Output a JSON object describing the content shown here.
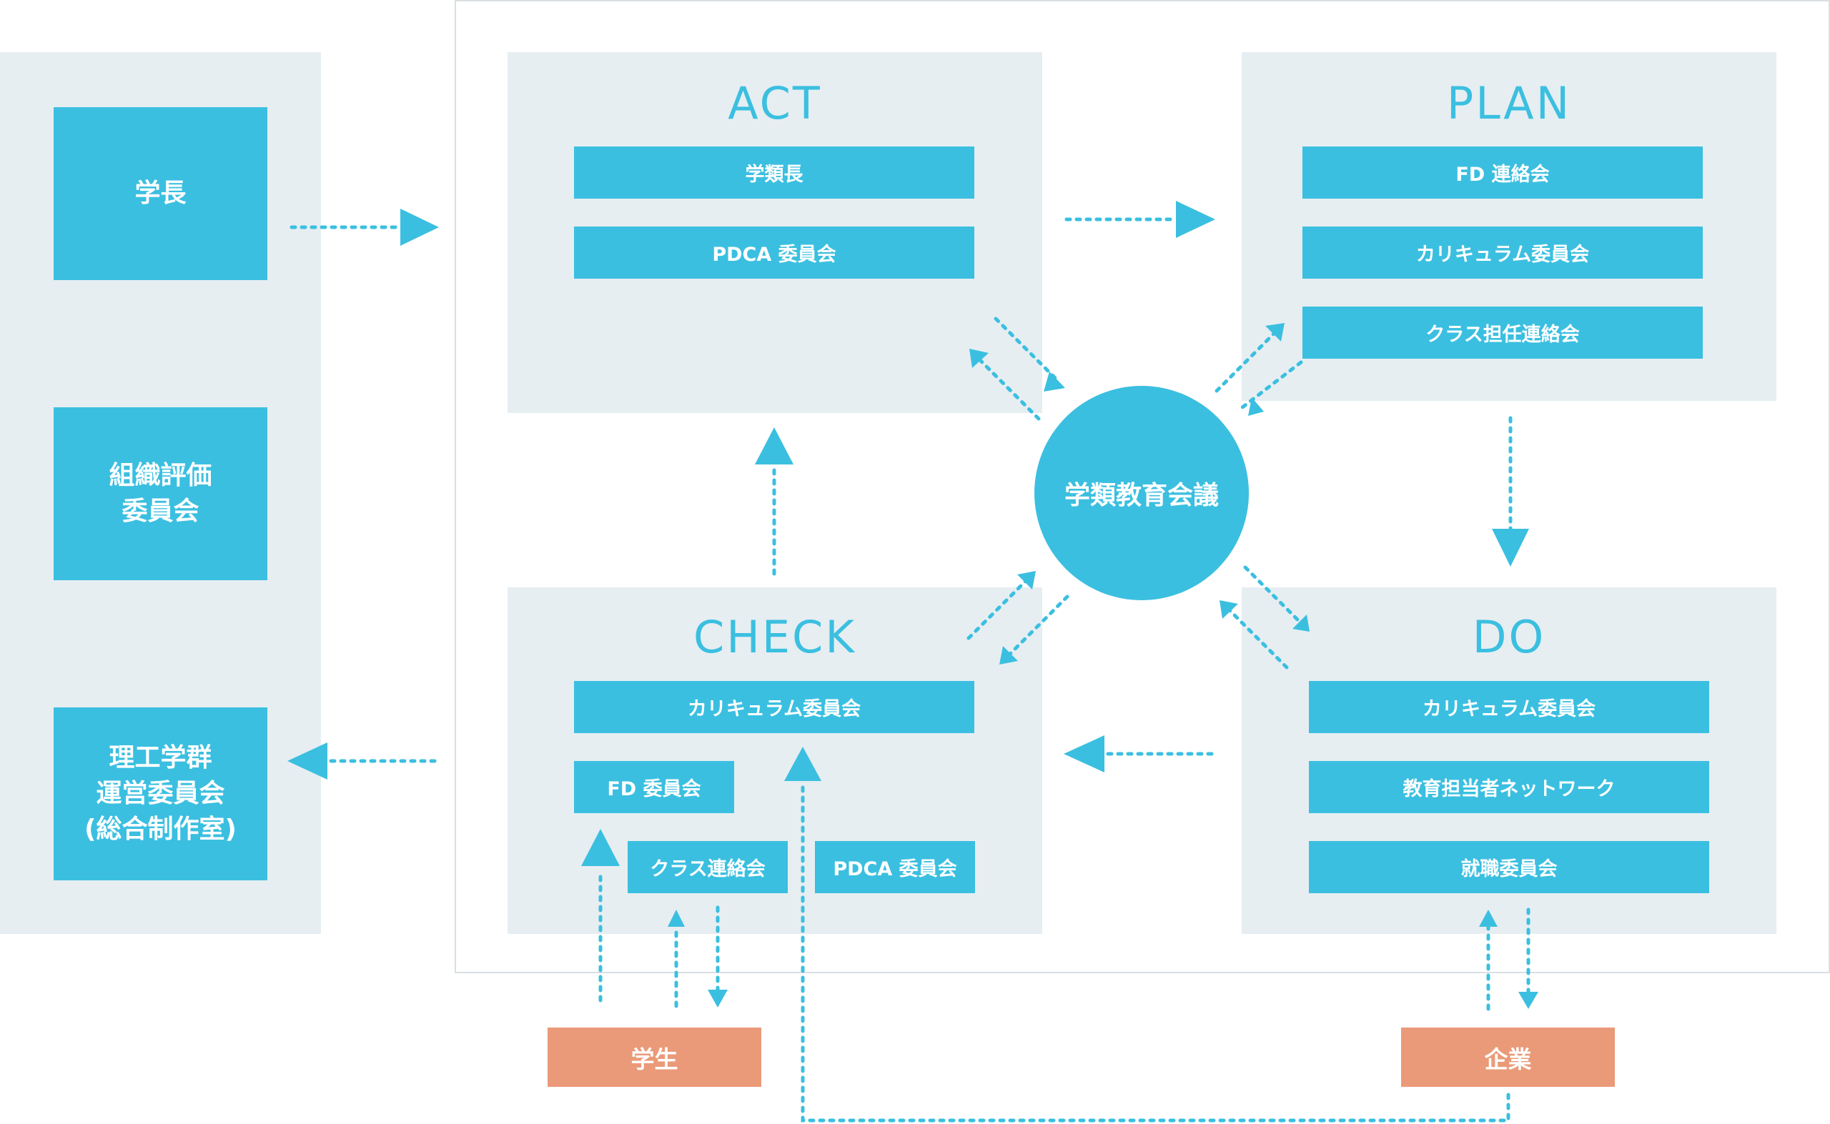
{
  "left_column": {
    "items": [
      {
        "label": "学長"
      },
      {
        "label": "組織評価\n委員会"
      },
      {
        "label": "理工学群\n運営委員会\n(総合制作室)"
      }
    ]
  },
  "center": {
    "label": "学類教育会議"
  },
  "sections": {
    "act": {
      "title": "ACT",
      "items": [
        "学類長",
        "PDCA 委員会"
      ]
    },
    "plan": {
      "title": "PLAN",
      "items": [
        "FD 連絡会",
        "カリキュラム委員会",
        "クラス担任連絡会"
      ]
    },
    "check": {
      "title": "CHECK",
      "items": [
        "カリキュラム委員会",
        "FD 委員会",
        "クラス連絡会",
        "PDCA 委員会"
      ]
    },
    "do": {
      "title": "DO",
      "items": [
        "カリキュラム委員会",
        "教育担当者ネットワーク",
        "就職委員会"
      ]
    }
  },
  "external": {
    "student": "学生",
    "company": "企業"
  },
  "colors": {
    "box": "#3bbfe0",
    "panel": "#e6eef2",
    "external": "#ea9a78",
    "frame": "#d9dfe3"
  }
}
